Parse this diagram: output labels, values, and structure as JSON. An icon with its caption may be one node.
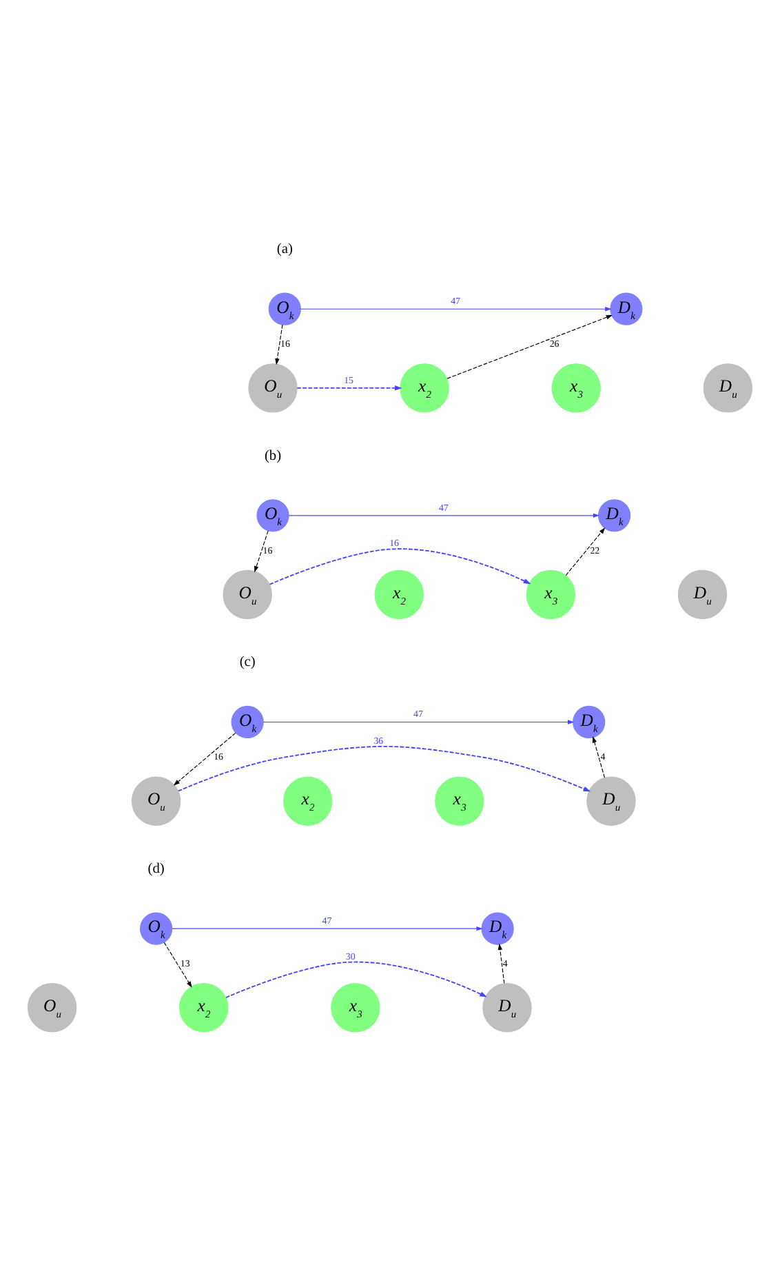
{
  "diagram": {
    "nodes": [
      {
        "text": [
          "O$_{k}$"
        ]
      },
      {
        "text": [
          "D$_{k}$"
        ]
      },
      {
        "text": [
          "O$_{u}$"
        ]
      },
      {
        "text": [
          "x$_{2}$"
        ]
      },
      {
        "text": [
          "x$_{3}$"
        ]
      },
      {
        "text": [
          "D$_{u}$"
        ]
      },
      {
        "text": [
          "O$_{k}$"
        ]
      },
      {
        "text": [
          "D$_{k}$"
        ]
      },
      {
        "text": [
          "O$_{u}$"
        ]
      },
      {
        "text": [
          "x$_{2}$"
        ]
      },
      {
        "text": [
          "x$_{3}$"
        ]
      },
      {
        "text": [
          "D$_{u}$"
        ]
      },
      {
        "text": [
          "O$_{k}$"
        ]
      },
      {
        "text": [
          "D$_{k}$"
        ]
      },
      {
        "text": [
          "O$_{u}$"
        ]
      },
      {
        "text": [
          "x$_{2}$"
        ]
      },
      {
        "text": [
          "x$_{3}$"
        ]
      },
      {
        "text": [
          "D$_{u}$"
        ]
      },
      {
        "text": [
          "O$_{k}$"
        ]
      },
      {
        "text": [
          "D$_{k}$"
        ]
      },
      {
        "text": [
          "O$_{u}$"
        ]
      },
      {
        "text": [
          "x$_{2}$"
        ]
      },
      {
        "text": [
          "x$_{3}$"
        ]
      },
      {
        "text": [
          "D$_{u}$"
        ]
      }
    ],
    "edges": [
      {
        "from": 0,
        "to": 1,
        "arrow": "to",
        "label": "47",
        "color": "#4444ff"
      },
      {
        "from": 0,
        "to": 2,
        "arrow": "to",
        "label": "16",
        "style": "dashed",
        "color": "#000000"
      },
      {
        "from": 2,
        "to": 3,
        "arrow": "to",
        "label": "15",
        "style": "dashed",
        "color": "#4444ff"
      },
      {
        "from": 3,
        "to": 1,
        "arrow": "to",
        "label": "26",
        "style": "dashed",
        "color": "#000000"
      },
      {
        "from": 6,
        "to": 7,
        "arrow": "to",
        "label": "47",
        "color": "#4444ff"
      },
      {
        "from": 6,
        "to": 8,
        "arrow": "to",
        "label": "16",
        "style": "dashed",
        "color": "#000000"
      },
      {
        "from": 8,
        "to": 10,
        "arrow": "to",
        "label": "16",
        "style": "dashed",
        "color": "#4444ff"
      },
      {
        "from": 10,
        "to": 7,
        "arrow": "to",
        "label": "22",
        "style": "dashed",
        "color": "#000000"
      },
      {
        "from": 12,
        "to": 13,
        "arrow": "to",
        "label": "47",
        "color": "#4444ff"
      },
      {
        "from": 12,
        "to": 14,
        "arrow": "to",
        "label": "16",
        "style": "dashed",
        "color": "#000000"
      },
      {
        "from": 14,
        "to": 17,
        "arrow": "to",
        "label": "36",
        "style": "dashed",
        "color": "#4444ff"
      },
      {
        "from": 17,
        "to": 13,
        "arrow": "to",
        "label": "4",
        "style": "dashed",
        "color": "#000000"
      },
      {
        "from": 18,
        "to": 19,
        "arrow": "to",
        "label": "47",
        "color": "#4444ff"
      },
      {
        "from": 18,
        "to": 21,
        "arrow": "to",
        "label": "13",
        "style": "dashed",
        "color": "#000000"
      },
      {
        "from": 21,
        "to": 23,
        "arrow": "to",
        "label": "30",
        "style": "dashed",
        "color": "#4444ff"
      },
      {
        "from": 23,
        "to": 19,
        "arrow": "to",
        "label": "4",
        "style": "dashed",
        "color": "#000000"
      }
    ],
    "labels": [
      "(a)",
      "(b)",
      "(c)",
      "(d)"
    ]
  }
}
